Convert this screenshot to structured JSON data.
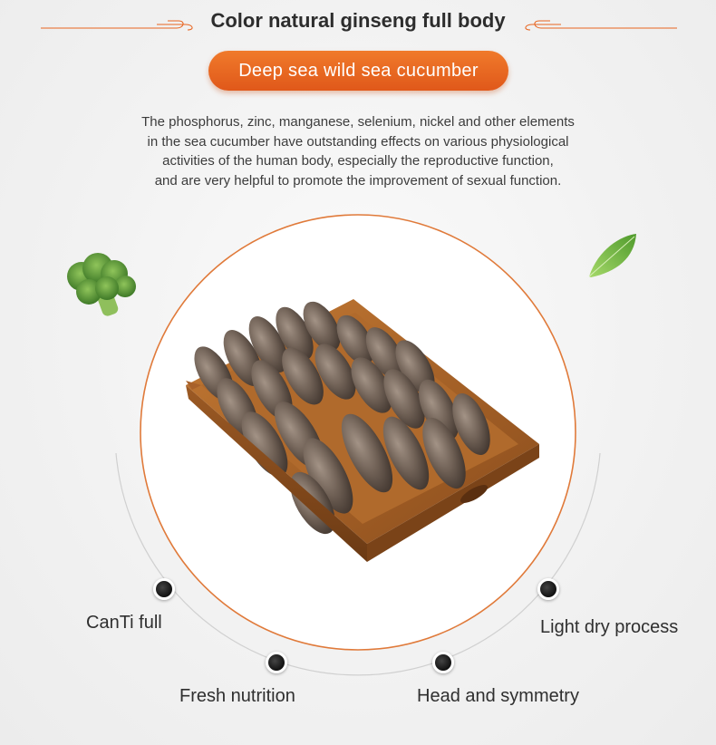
{
  "header": {
    "title": "Color natural ginseng full body",
    "badge": "Deep sea wild sea cucumber"
  },
  "description": {
    "lines": [
      "The phosphorus, zinc, manganese, selenium, nickel and other elements",
      "in the sea cucumber have outstanding effects on various physiological",
      "activities of the human body,  especially the reproductive function,",
      "and are very helpful to promote the improvement of sexual function."
    ]
  },
  "features": [
    "CanTi full",
    "Fresh nutrition",
    "Head and symmetry",
    "Light dry process"
  ],
  "colors": {
    "accent": "#e8641f",
    "title": "#2d2d2d",
    "text": "#3c3c3c",
    "dot": "#1a1a1a"
  },
  "icons": [
    "decorative-divider-left",
    "decorative-divider-right",
    "broccoli-image",
    "leaf-image",
    "sea-cucumber-tray-image"
  ]
}
